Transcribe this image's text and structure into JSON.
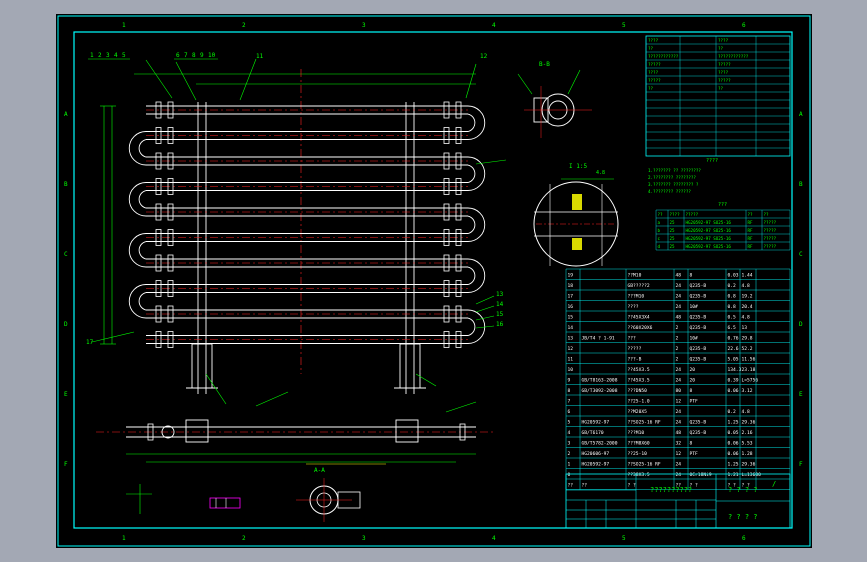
{
  "colors": {
    "background": "#a3a8b4",
    "sheet": "#000000",
    "frame": "#00ffff",
    "dim": "#00ff00",
    "line": "#ffffff",
    "center": "#ff2020",
    "hatch": "#ff00ff",
    "yellow": "#ffff00"
  },
  "zone_cols_top": [
    "1",
    "2",
    "3",
    "4",
    "5",
    "6"
  ],
  "zone_cols_bottom": [
    "1",
    "2",
    "3",
    "4",
    "5",
    "6"
  ],
  "zone_rows": [
    "A",
    "B",
    "C",
    "D",
    "E",
    "F"
  ],
  "part_balloons": [
    "1",
    "2",
    "3",
    "4",
    "5"
  ],
  "part_balloons_b": [
    "6",
    "7",
    "8",
    "9",
    "10"
  ],
  "leader_11": "11",
  "leader_12": "12",
  "leader_13": "13",
  "leader_14": "14",
  "leader_15": "15",
  "leader_16": "16",
  "leader_17": "17",
  "section_bb": "B-B",
  "section_aa": "A-A",
  "detail_label": "I 1:5",
  "detail_dim": "4.8",
  "bottom_label": "??????????",
  "title_block": {
    "drawing_name": "??????????",
    "stamp_1": "? ? ? ?",
    "stamp_2": "? ? ? ?",
    "mark": "/"
  },
  "nozzle_table": {
    "title": "???",
    "header": [
      "??",
      "????",
      "?????",
      "??",
      "??"
    ],
    "rows": [
      [
        "a",
        "25",
        "HG20592-97 SO25-16",
        "RF",
        "?????"
      ],
      [
        "b",
        "25",
        "HG20592-97 SO25-16",
        "RF",
        "?????"
      ],
      [
        "c",
        "25",
        "HG20592-97 SO25-16",
        "RF",
        "?????"
      ],
      [
        "d",
        "25",
        "HG20592-97 SO25-16",
        "RF",
        "?????"
      ]
    ]
  },
  "parts_list": [
    [
      "19",
      "",
      "??M10",
      "48",
      "8",
      "0.03",
      "1.44"
    ],
    [
      "18",
      "",
      "GB?????2",
      "24",
      "Q235-B",
      "0.2",
      "4.8"
    ],
    [
      "17",
      "",
      "???M10",
      "24",
      "Q235-B",
      "0.8",
      "19.2"
    ],
    [
      "16",
      "",
      "????",
      "24",
      "10#",
      "0.8",
      "20.4"
    ],
    [
      "15",
      "",
      "??45X3X4",
      "48",
      "Q235-B",
      "0.5",
      "4.8"
    ],
    [
      "14",
      "",
      "??60X20X6",
      "2",
      "Q235-B",
      "6.5",
      "13"
    ],
    [
      "13",
      "JB/T4 ? 1-91",
      "???",
      "2",
      "10#",
      "0.76",
      "29.8"
    ],
    [
      "12",
      "",
      "?????",
      "2",
      "Q235-B",
      "22.6",
      "52.2"
    ],
    [
      "11",
      "",
      "???-B",
      "2",
      "Q235-B",
      "5.05",
      "11.56"
    ],
    [
      "10",
      "",
      "??45X3.5",
      "24",
      "20",
      "134.3",
      "23.18"
    ],
    [
      "9",
      "GB/T8163-2008",
      "??45X3.5",
      "24",
      "20",
      "0.39",
      "L=5756"
    ],
    [
      "8",
      "GB/T3092-2008",
      "???DN50",
      "80",
      "8",
      "0.06",
      "3.12"
    ],
    [
      "7",
      "",
      "??25-1.0",
      "12",
      "PTF",
      "",
      ""
    ],
    [
      "6",
      "",
      "??M20X5",
      "24",
      "",
      "0.2",
      "4.8"
    ],
    [
      "5",
      "HG20592-97",
      "??SO25-16 RF",
      "24",
      "Q235-B",
      "1.25",
      "29.36"
    ],
    [
      "4",
      "GB/T6170",
      "???M10",
      "48",
      "Q235-B",
      "0.05",
      "2.16"
    ],
    [
      "3",
      "GB/T5782-2000",
      "???M8X60",
      "32",
      "8",
      "0.06",
      "5.53"
    ],
    [
      "2",
      "HG20606-97",
      "??25-10",
      "12",
      "PTF",
      "0.06",
      "1.28"
    ],
    [
      "1",
      "HG20592-97",
      "??SO25-16 RF",
      "24",
      "",
      "1.25",
      "29.36"
    ],
    [
      "0",
      "",
      "??38X3.5",
      "24",
      "0Cr18Ni9",
      "1.21",
      "L=13600"
    ],
    [
      "??",
      "??",
      "? ?",
      "??",
      "? ?",
      "? ?",
      "? ?"
    ]
  ],
  "tech_table_lines": [
    "????",
    "??",
    "????????????",
    "?????",
    "????",
    "?????",
    "??"
  ],
  "notes_title": "????",
  "notes_lines": [
    "1.??????? ?? ????????",
    "2.????????  ????????",
    "3.??????? ???????? ?",
    "4.????????  ??????"
  ]
}
